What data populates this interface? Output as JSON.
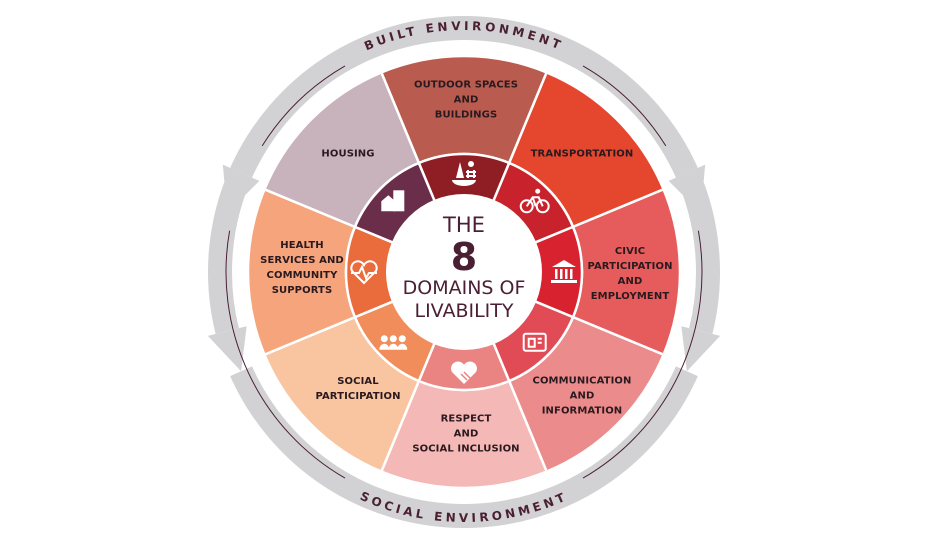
{
  "outer_ring": {
    "top_label": "BUILT ENVIRONMENT",
    "bottom_label": "SOCIAL ENVIRONMENT",
    "ring_color": "#d2d2d4"
  },
  "center": {
    "line1": "THE",
    "number": "8",
    "line2": "DOMAINS OF",
    "line3": "LIVABILITY",
    "text_color": "#4a1f33"
  },
  "domains": [
    {
      "label": "OUTDOOR SPACES\nAND\nBUILDINGS",
      "icon": "park-icon",
      "color": "#b95b4f",
      "inner_color": "#8e1d24"
    },
    {
      "label": "TRANSPORTATION",
      "icon": "bicycle-icon",
      "color": "#e4472e",
      "inner_color": "#c8232c"
    },
    {
      "label": "CIVIC\nPARTICIPATION\nAND\nEMPLOYMENT",
      "icon": "government-building-icon",
      "color": "#e65c5c",
      "inner_color": "#d8222f"
    },
    {
      "label": "COMMUNICATION\nAND\nINFORMATION",
      "icon": "tablet-icon",
      "color": "#ec8b8b",
      "inner_color": "#e04b56"
    },
    {
      "label": "RESPECT\nAND\nSOCIAL INCLUSION",
      "icon": "heart-handshake-icon",
      "color": "#f4b8b6",
      "inner_color": "#e98482"
    },
    {
      "label": "SOCIAL\nPARTICIPATION",
      "icon": "people-group-icon",
      "color": "#f9c5a0",
      "inner_color": "#f08d5b"
    },
    {
      "label": "HEALTH\nSERVICES AND\nCOMMUNITY\nSUPPORTS",
      "icon": "heart-pulse-icon",
      "color": "#f5a47b",
      "inner_color": "#ea6b3c"
    },
    {
      "label": "HOUSING",
      "icon": "house-building-icon",
      "color": "#c8b3bc",
      "inner_color": "#6b2e4a"
    }
  ]
}
